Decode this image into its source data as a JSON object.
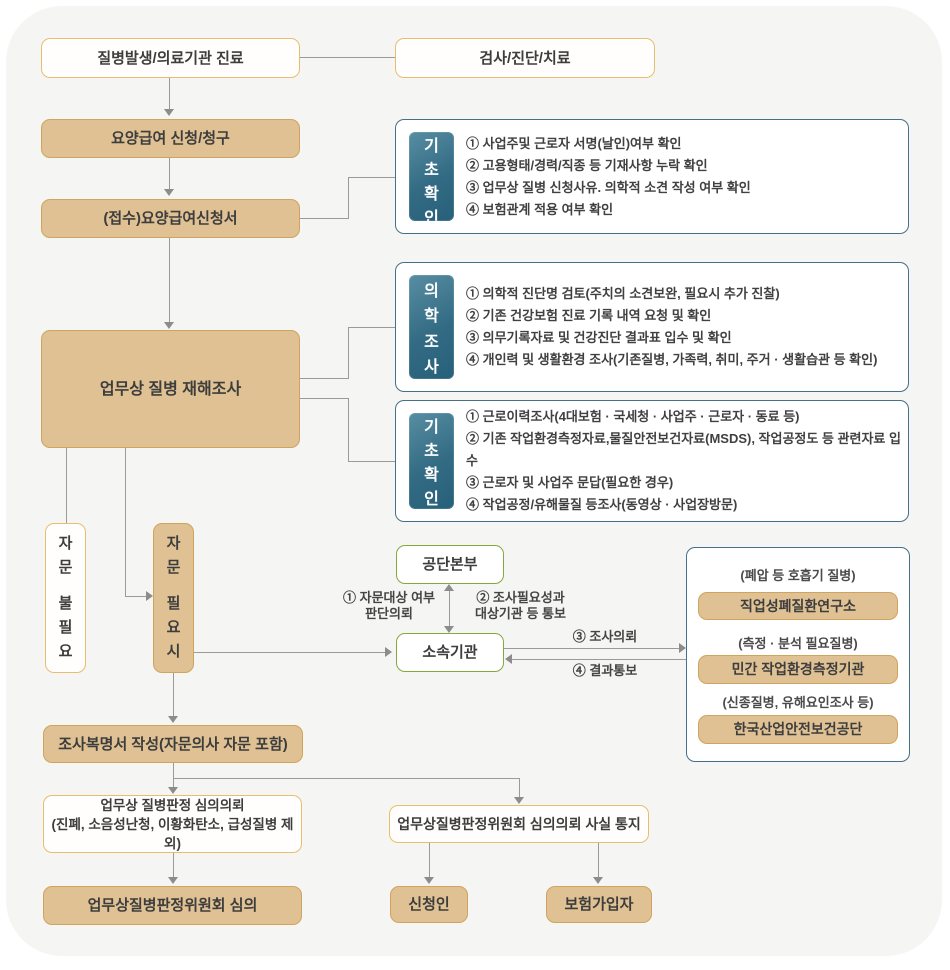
{
  "flow": {
    "disease_onset": "질병발생/의료기관 진료",
    "exam_treatment": "검사/진단/치료",
    "care_benefit_apply": "요양급여 신청/청구",
    "receipt_form": "(접수)요양급여신청서",
    "disease_investigation": "업무상 질병 재해조사",
    "consult_not_needed": "자문 불필요",
    "consult_needed": "자문 필요시",
    "headquarters": "공단본부",
    "branch_office": "소속기관",
    "report_write": "조사복명서 작성(자문의사 자문 포함)",
    "judgement_request": "업무상 질병판정 심의의뢰\n(진폐, 소음성난청, 이황화탄소, 급성질병 제외)",
    "notice_of_request": "업무상질병판정위원회 심의의뢰 사실 통지",
    "committee_review": "업무상질병판정위원회 심의",
    "applicant": "신청인",
    "insured": "보험가입자"
  },
  "panels": [
    {
      "label": "기초확인",
      "items": [
        "① 사업주및 근로자 서명(날인)여부 확인",
        "② 고용형태/경력/직종 등 기재사항 누락 확인",
        "③ 업무상 질병 신청사유. 의학적 소견 작성 여부 확인",
        "④ 보험관계 적용 여부 확인"
      ]
    },
    {
      "label": "의학조사",
      "items": [
        "① 의학적 진단명 검토(주치의 소견보완, 필요시 추가 진찰)",
        "② 기존 건강보험 진료 기록 내역 요청 및 확인",
        "③ 의무기록자료 및 건강진단 결과표 입수 및 확인",
        "④ 개인력 및 생활환경 조사(기존질병, 가족력, 취미, 주거 · 생활습관 등 확인)"
      ]
    },
    {
      "label": "기초확인",
      "items": [
        "① 근로이력조사(4대보험 · 국세청 · 사업주 · 근로자 · 동료 등)",
        "② 기존 작업환경측정자료,물질안전보건자료(MSDS), 작업공정도 등 관련자료 입수",
        "③ 근로자 및 사업주 문답(필요한 경우)",
        "④ 작업공정/유해물질 등조사(동영상 · 사업장방문)"
      ]
    }
  ],
  "agencies": [
    {
      "caption": "(폐압 등 호흡기 질병)",
      "name": "직업성폐질환연구소"
    },
    {
      "caption": "(측정 · 분석 필요질병)",
      "name": "민간 작업환경측정기관"
    },
    {
      "caption": "(신종질병, 유해요인조사 등)",
      "name": "한국산업안전보건공단"
    }
  ],
  "connector_labels": {
    "consult_judgement": "① 자문대상 여부\n판단의뢰",
    "notify_target": "② 조사필요성과\n대상기관 등 통보",
    "invest_request": "③ 조사의뢰",
    "result_notify": "④ 결과통보"
  },
  "colors": {
    "card_bg": "#f5f5f4",
    "tan_fill": "#dfc193",
    "tan_border": "#d0a45c",
    "orange_border": "#e9bd6f",
    "panel_border": "#44708b",
    "teal_label": "#2e6880",
    "green_border": "#84a93f",
    "line": "#9a9a9a"
  }
}
